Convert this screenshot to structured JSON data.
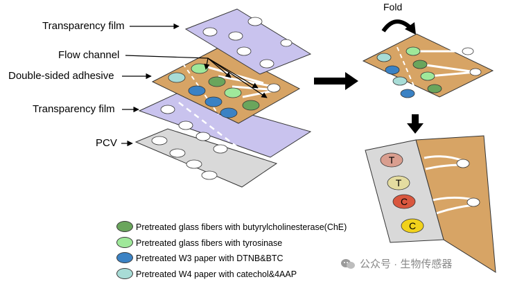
{
  "labels": {
    "transparency_film_top": "Transparency film",
    "flow_channel": "Flow channel",
    "double_sided_adhesive": "Double-sided adhesive",
    "transparency_film_bottom": "Transparency film",
    "pcv": "PCV",
    "fold": "Fold"
  },
  "dots": {
    "t1": "T",
    "t2": "T",
    "c1": "C",
    "c2": "C"
  },
  "legend": [
    {
      "text": "Pretreated glass fibers with butyrylcholinesterase(ChE)",
      "color": "#6aa55c"
    },
    {
      "text": "Pretreated glass fibers with tyrosinase",
      "color": "#9fe89a"
    },
    {
      "text": "Pretreated W3 paper with DTNB&BTC",
      "color": "#3b82c4"
    },
    {
      "text": "Pretreated W4 paper with catechol&4AAP",
      "color": "#a8dcd6"
    }
  ],
  "watermark": "公众号 · 生物传感器",
  "colors": {
    "film": "#c9c3ee",
    "adhesive": "#d7a465",
    "pcv": "#d9d9d9",
    "dark_green": "#6aa55c",
    "light_green": "#9fe89a",
    "blue": "#3b82c4",
    "teal": "#a8dcd6",
    "t1_dot": "#d99e8f",
    "t2_dot": "#e4dca0",
    "c1_dot": "#d9573f",
    "c2_dot": "#f1d21c"
  }
}
